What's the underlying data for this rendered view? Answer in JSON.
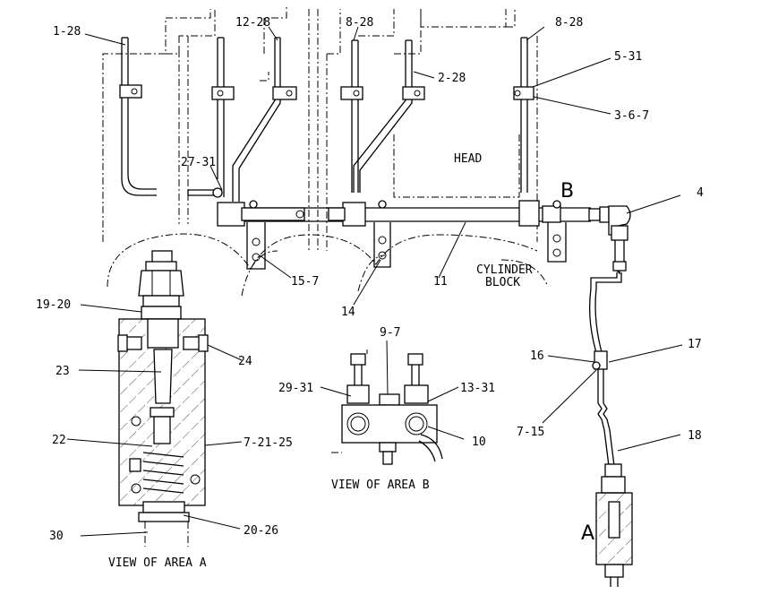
{
  "labels": {
    "l_1_28": "1-28",
    "l_12_28": "12-28",
    "l_8_28a": "8-28",
    "l_8_28b": "8-28",
    "l_2_28": "2-28",
    "l_5_31": "5-31",
    "l_3_6_7": "3-6-7",
    "l_27_31": "27-31",
    "l_head": "HEAD",
    "l_b": "B",
    "l_4": "4",
    "l_15_7": "15-7",
    "l_11": "11",
    "l_cylinder": "CYLINDER",
    "l_block": "BLOCK",
    "l_14": "14",
    "l_19_20": "19-20",
    "l_24": "24",
    "l_23": "23",
    "l_22": "22",
    "l_7_21_25": "7-21-25",
    "l_30": "30",
    "l_20_26": "20-26",
    "l_view_a": "VIEW OF AREA A",
    "l_9_7": "9-7",
    "l_29_31": "29-31",
    "l_13_31": "13-31",
    "l_10": "10",
    "l_view_b": "VIEW OF AREA B",
    "l_16": "16",
    "l_17": "17",
    "l_7_15": "7-15",
    "l_18": "18",
    "l_a": "A"
  }
}
